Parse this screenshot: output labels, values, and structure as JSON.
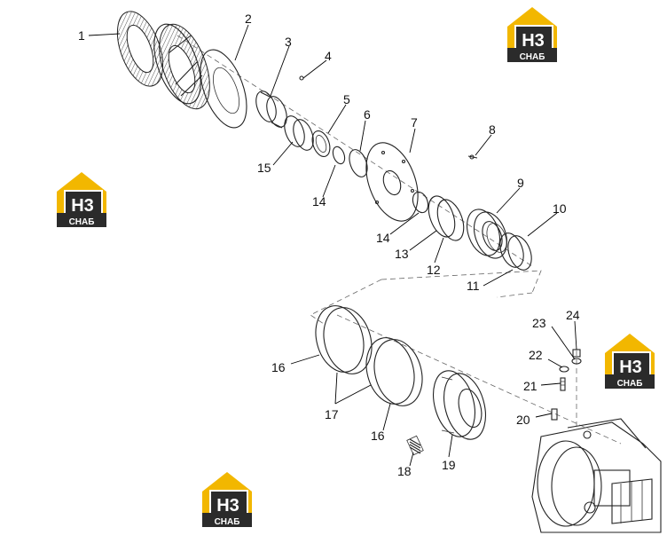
{
  "logo": {
    "mark": "H3",
    "caption": "СНАБ",
    "colors": {
      "yellow": "#f2b700",
      "dark": "#2b2b2b",
      "white": "#ffffff"
    }
  },
  "callouts": [
    {
      "id": "c1",
      "label": "1"
    },
    {
      "id": "c2",
      "label": "2"
    },
    {
      "id": "c3",
      "label": "3"
    },
    {
      "id": "c4",
      "label": "4"
    },
    {
      "id": "c5",
      "label": "5"
    },
    {
      "id": "c6",
      "label": "6"
    },
    {
      "id": "c7",
      "label": "7"
    },
    {
      "id": "c8",
      "label": "8"
    },
    {
      "id": "c9",
      "label": "9"
    },
    {
      "id": "c10",
      "label": "10"
    },
    {
      "id": "c11",
      "label": "11"
    },
    {
      "id": "c12",
      "label": "12"
    },
    {
      "id": "c13",
      "label": "13"
    },
    {
      "id": "c14a",
      "label": "14"
    },
    {
      "id": "c14b",
      "label": "14"
    },
    {
      "id": "c15",
      "label": "15"
    },
    {
      "id": "c16a",
      "label": "16"
    },
    {
      "id": "c16b",
      "label": "16"
    },
    {
      "id": "c17",
      "label": "17"
    },
    {
      "id": "c18",
      "label": "18"
    },
    {
      "id": "c19",
      "label": "19"
    },
    {
      "id": "c20",
      "label": "20"
    },
    {
      "id": "c21",
      "label": "21"
    },
    {
      "id": "c22",
      "label": "22"
    },
    {
      "id": "c23",
      "label": "23"
    },
    {
      "id": "c24",
      "label": "24"
    }
  ]
}
